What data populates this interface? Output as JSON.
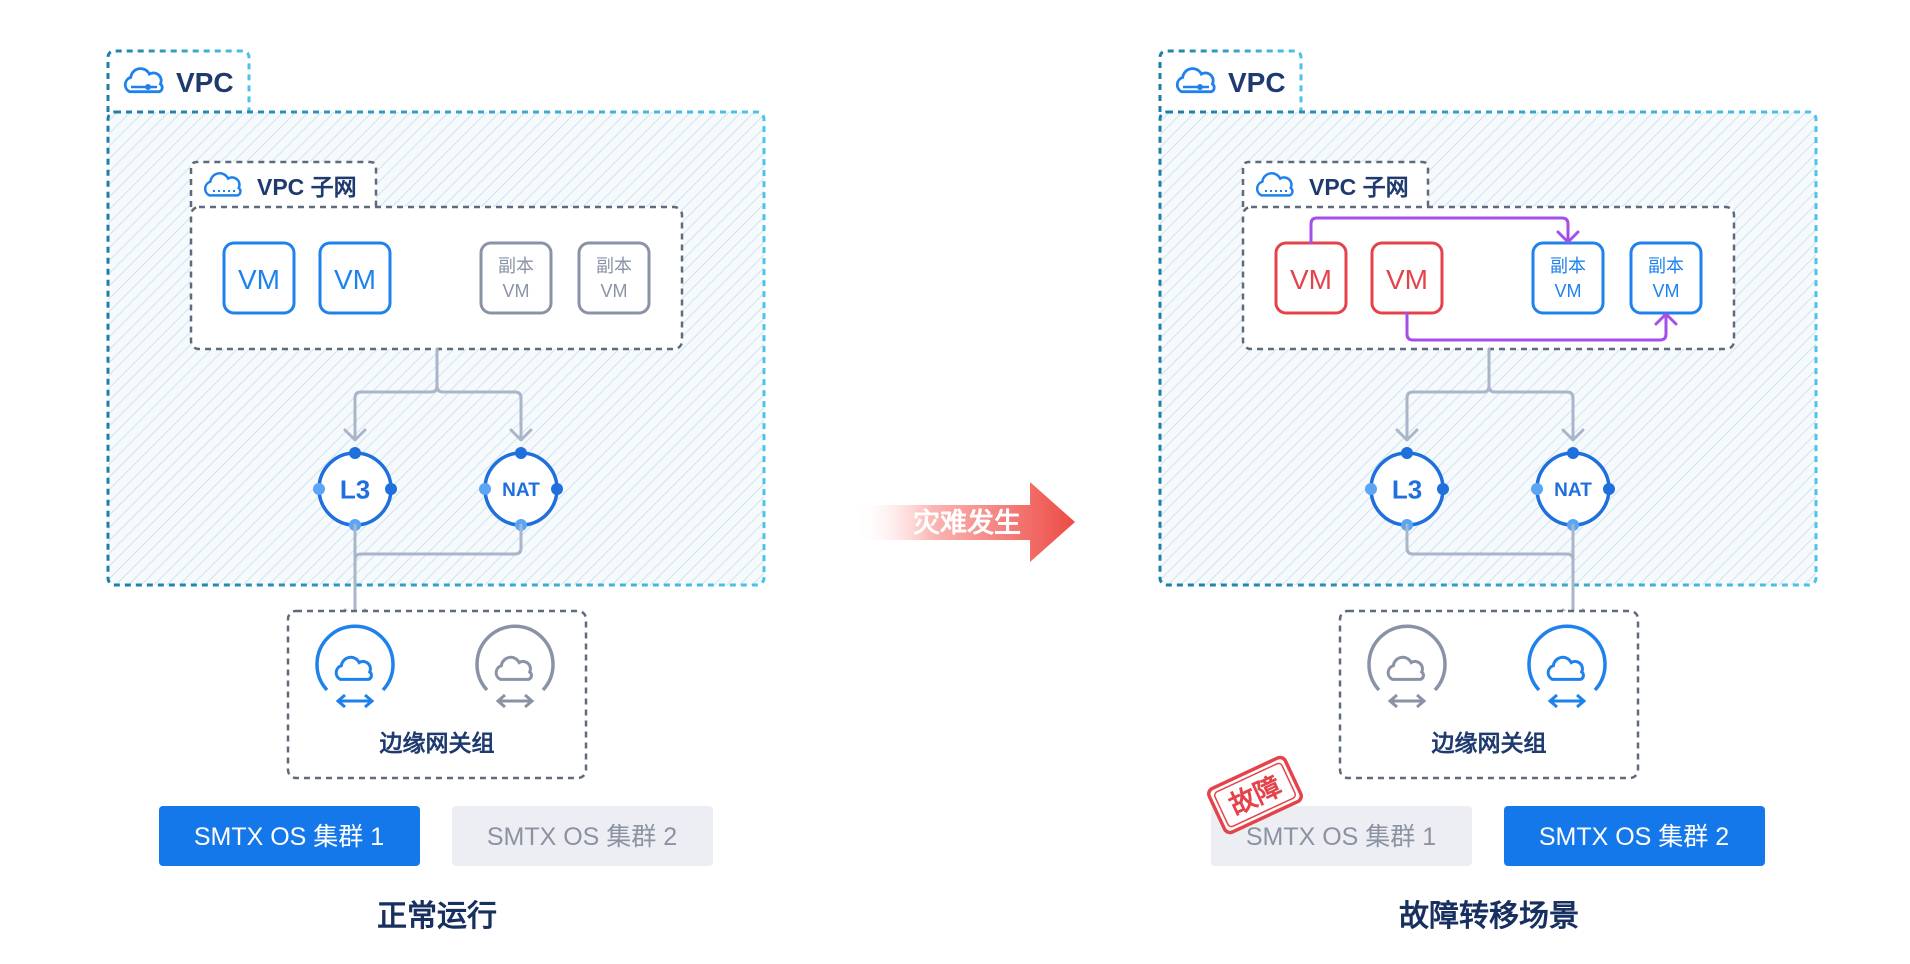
{
  "arrow_label": "灾难发生",
  "panels": [
    {
      "vpc_label": "VPC",
      "subnet_label": "VPC 子网",
      "vms": [
        {
          "text": "VM",
          "state": "active"
        },
        {
          "text": "VM",
          "state": "active"
        }
      ],
      "replicas": [
        {
          "line1": "副本",
          "line2": "VM",
          "state": "inactive"
        },
        {
          "line1": "副本",
          "line2": "VM",
          "state": "inactive"
        }
      ],
      "routers": [
        {
          "label": "L3",
          "state": "active"
        },
        {
          "label": "NAT",
          "state": "active"
        }
      ],
      "edge_gateway_label": "边缘网关组",
      "gateways": [
        {
          "state": "active"
        },
        {
          "state": "inactive"
        }
      ],
      "clusters": [
        {
          "label": "SMTX OS 集群 1",
          "state": "active"
        },
        {
          "label": "SMTX OS 集群 2",
          "state": "inactive"
        }
      ],
      "caption": "正常运行",
      "failover": false
    },
    {
      "vpc_label": "VPC",
      "subnet_label": "VPC 子网",
      "vms": [
        {
          "text": "VM",
          "state": "failed"
        },
        {
          "text": "VM",
          "state": "failed"
        }
      ],
      "replicas": [
        {
          "line1": "副本",
          "line2": "VM",
          "state": "active"
        },
        {
          "line1": "副本",
          "line2": "VM",
          "state": "active"
        }
      ],
      "routers": [
        {
          "label": "L3",
          "state": "active"
        },
        {
          "label": "NAT",
          "state": "active"
        }
      ],
      "edge_gateway_label": "边缘网关组",
      "gateways": [
        {
          "state": "inactive"
        },
        {
          "state": "active"
        }
      ],
      "clusters": [
        {
          "label": "SMTX OS 集群 1",
          "state": "inactive"
        },
        {
          "label": "SMTX OS 集群 2",
          "state": "active"
        }
      ],
      "fault_stamp": "故障",
      "caption": "故障转移场景",
      "failover": true
    }
  ],
  "colors": {
    "blue": "#1f82ec",
    "navy": "#1e3a6e",
    "teal": "#2a8fb0",
    "gray": "#8a93a6",
    "gray_bg": "#eceef3",
    "gray_text": "#8b93a3",
    "red": "#e5434a",
    "purple": "#a64ee8",
    "line_gray": "#a9b6ca",
    "btn_blue": "#1478ea"
  }
}
